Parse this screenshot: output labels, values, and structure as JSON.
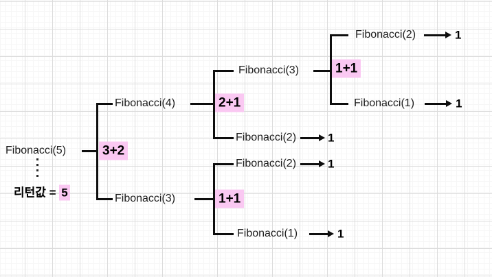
{
  "colors": {
    "highlight": "#fac8f2",
    "line": "#0e0e0e",
    "text": "#1d1d1d",
    "grid_minor": "#f6f6f6",
    "grid_major": "#dcdcdc"
  },
  "tree": {
    "label": "Fibonacci(5)",
    "sum": "3+2",
    "children": [
      {
        "label": "Fibonacci(4)",
        "sum": "2+1",
        "children": [
          {
            "label": "Fibonacci(3)",
            "sum": "1+1",
            "children": [
              {
                "label": "Fibonacci(2)",
                "result": "1"
              },
              {
                "label": "Fibonacci(1)",
                "result": "1"
              }
            ]
          },
          {
            "label": "Fibonacci(2)",
            "result": "1"
          }
        ]
      },
      {
        "label": "Fibonacci(3)",
        "sum": "1+1",
        "children": [
          {
            "label": "Fibonacci(2)",
            "result": "1"
          },
          {
            "label": "Fibonacci(1)",
            "result": "1"
          }
        ]
      }
    ]
  },
  "return_note": {
    "prefix": "리턴값 = ",
    "value": "5"
  }
}
